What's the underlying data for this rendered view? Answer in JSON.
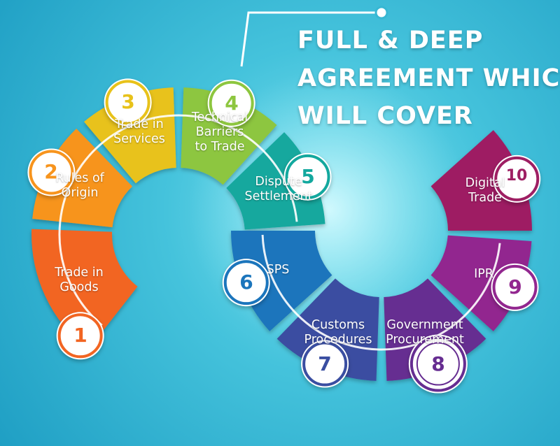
{
  "title": {
    "lines": [
      "FULL & DEEP",
      "AGREEMENT WHICH",
      "WILL COVER"
    ]
  },
  "items": [
    {
      "number": "1",
      "label_lines": [
        "Trade in",
        "Goods"
      ],
      "color": "#f26522"
    },
    {
      "number": "2",
      "label_lines": [
        "Rules of",
        "Origin"
      ],
      "color": "#f7941d"
    },
    {
      "number": "3",
      "label_lines": [
        "Trade in",
        "Services"
      ],
      "color": "#e8c21a"
    },
    {
      "number": "4",
      "label_lines": [
        "Technical",
        "Barriers",
        "to Trade"
      ],
      "color": "#8dc63f"
    },
    {
      "number": "5",
      "label_lines": [
        "Dispute",
        "Settlement"
      ],
      "color": "#13a89e"
    },
    {
      "number": "6",
      "label_lines": [
        "SPS"
      ],
      "color": "#1b75bc"
    },
    {
      "number": "7",
      "label_lines": [
        "Customs",
        "Procedures"
      ],
      "color": "#3a4ea1"
    },
    {
      "number": "8",
      "label_lines": [
        "Government",
        "Procurement"
      ],
      "color": "#662d91"
    },
    {
      "number": "9",
      "label_lines": [
        "IPR"
      ],
      "color": "#92278f"
    },
    {
      "number": "10",
      "label_lines": [
        "Digital",
        "Trade"
      ],
      "color": "#9e1f63"
    }
  ]
}
